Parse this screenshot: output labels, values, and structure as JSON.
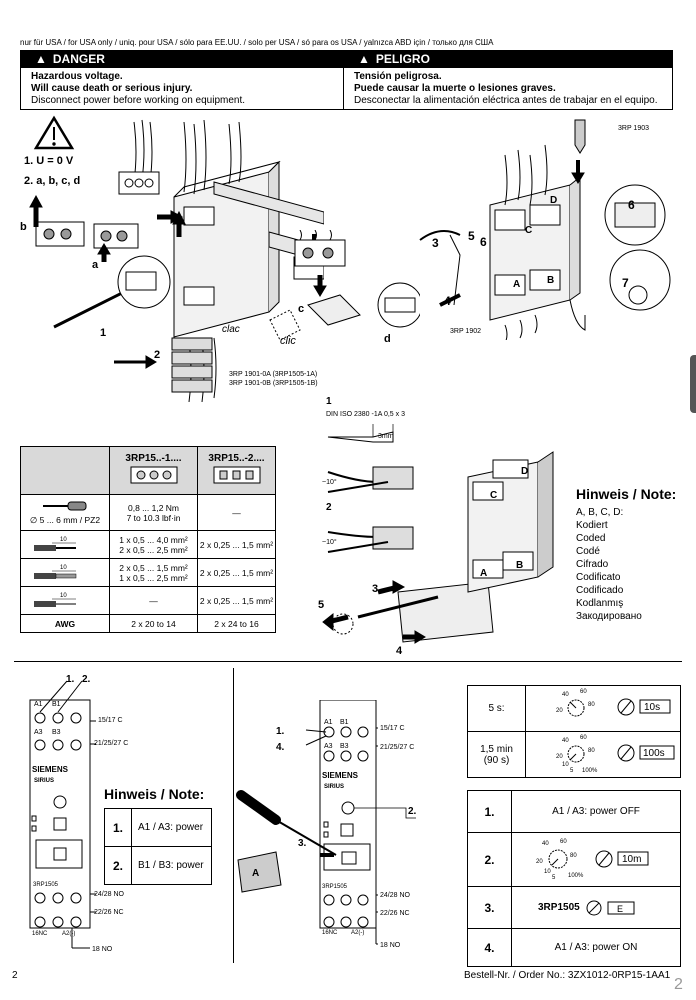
{
  "header": {
    "region_note": "nur für USA / for USA only / uniq. pour USA / sólo para EE.UU. / solo per USA / só para os USA / yalnızca ABD için / только для США",
    "danger": {
      "title": "DANGER",
      "line1": "Hazardous voltage.",
      "line2": "Will cause death or serious injury.",
      "line3": "Disconnect power before working on equipment."
    },
    "peligro": {
      "title": "PELIGRO",
      "line1": "Tensión peligrosa.",
      "line2": "Puede causar la muerte o lesiones graves.",
      "line3": "Desconectar la alimentación eléctrica antes de trabajar en el equipo."
    }
  },
  "fig1": {
    "step1": "1. U = 0 V",
    "step2": "2. a, b, c, d",
    "label_a": "a",
    "label_b": "b",
    "label_c": "c",
    "label_d": "d",
    "num1": "1",
    "num2": "2",
    "clac": "clac",
    "clic": "clic",
    "part_a": "3RP 1901-0A (3RP1505-1A)",
    "part_b": "3RP 1901-0B (3RP1505-1B)"
  },
  "fig2": {
    "part_top": "3RP 1903",
    "part_bottom": "3RP 1902",
    "n3": "3",
    "n4": "4",
    "n5": "5",
    "n6": "6",
    "n6b": "6",
    "n7": "7",
    "A": "A",
    "B": "B",
    "C": "C",
    "D": "D"
  },
  "spec_table": {
    "col1": "3RP15..-1....",
    "col2": "3RP15..-2....",
    "rows": [
      {
        "c0": "∅ 5 ... 6 mm / PZ2",
        "c1a": "0,8 ... 1,2 Nm",
        "c1b": "7 to 10.3 lbf·in",
        "c2": "—"
      },
      {
        "c0len": "10",
        "c1a": "1 x 0,5 ... 4,0 mm²",
        "c1b": "2 x 0,5 ... 2,5 mm²",
        "c2": "2 x 0,25 ... 1,5 mm²"
      },
      {
        "c0len": "10",
        "c1a": "2 x 0,5 ... 1,5 mm²",
        "c1b": "1 x 0,5 ... 2,5 mm²",
        "c2": "2 x 0,25 ... 1,5 mm²"
      },
      {
        "c0len": "10",
        "c1a": "—",
        "c1b": "",
        "c2": "2 x 0,25 ... 1,5 mm²"
      }
    ],
    "awg_label": "AWG",
    "awg1": "2 x 20 to 14",
    "awg2": "2 x 24 to 16"
  },
  "fig3": {
    "n1": "1",
    "din": "DIN ISO 2380 -1A 0,5 x 3",
    "dim": "3mm",
    "ang1": "~10°",
    "n2": "2",
    "ang2": "~10°",
    "n3": "3",
    "n4": "4",
    "n5": "5",
    "A": "A",
    "B": "B",
    "C": "C",
    "D": "D"
  },
  "note1": {
    "title": "Hinweis / Note:",
    "items": [
      "A, B, C, D:",
      "Kodiert",
      "Coded",
      "Codé",
      "Cifrado",
      "Codificato",
      "Codificado",
      "Kodlanmış",
      "Закодировано"
    ]
  },
  "device": {
    "brand": "SIEMENS",
    "model": "SIRIUS",
    "type": "3RP1505",
    "a1": "A1",
    "b1": "B1",
    "a3": "A3",
    "b3": "B3",
    "t1517": "15/17 C",
    "t2127": "21/25/27 C",
    "t2428": "24/28 NO",
    "t2226": "22/26 NC",
    "t16": "16NC",
    "ta2": "A2(-)",
    "t18": "18 NO"
  },
  "left_fig": {
    "n1": "1.",
    "n2": "2.",
    "note_title": "Hinweis / Note:",
    "rows": [
      {
        "num": "1.",
        "text": "A1 / A3: power"
      },
      {
        "num": "2.",
        "text": "B1 / B3: power"
      }
    ]
  },
  "right_fig": {
    "n1": "1.",
    "n4": "4.",
    "n2": "2.",
    "n3": "3.",
    "lblA": "A",
    "time1": "5 s:",
    "time2a": "1,5 min",
    "time2b": "(90 s)",
    "val10s": "10s",
    "val100s": "100s",
    "val10m": "10m",
    "dial_marks": [
      "40",
      "60",
      "80",
      "20",
      "10",
      "5",
      "100%"
    ],
    "steps": [
      {
        "num": "1.",
        "text": "A1 / A3: power OFF"
      },
      {
        "num": "2.",
        "text": ""
      },
      {
        "num": "3.",
        "text": "3RP1505"
      },
      {
        "num": "4.",
        "text": "A1 / A3: power ON"
      }
    ],
    "step3_box": "E"
  },
  "footer": {
    "page": "2",
    "order": "Bestell-Nr. / Order No.: 3ZX1012-0RP15-1AA1",
    "corner": "2"
  }
}
